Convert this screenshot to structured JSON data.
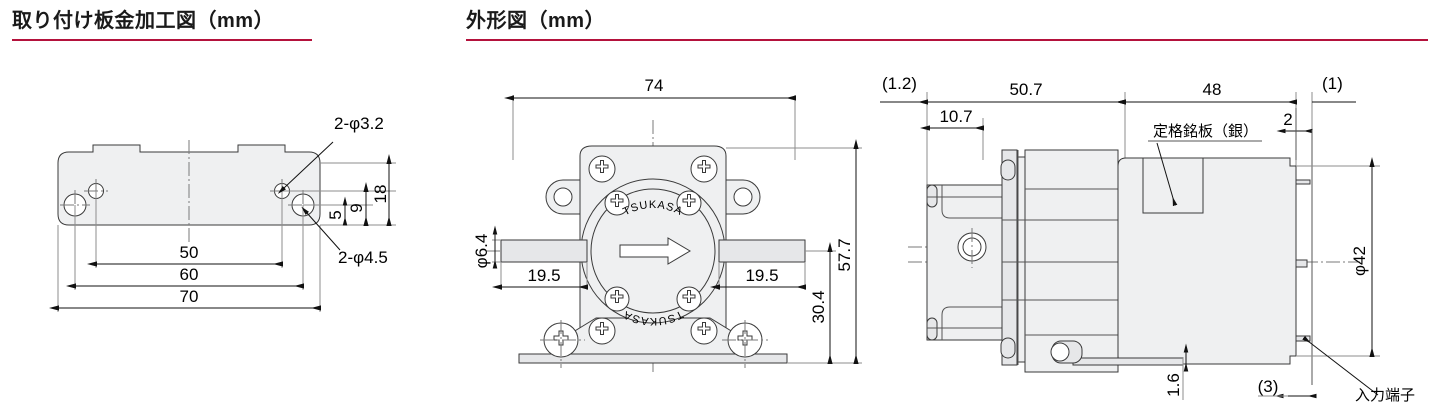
{
  "sections": {
    "left": {
      "title": "取り付け板金加工図（mm）",
      "accent": "#b4123c"
    },
    "right": {
      "title": "外形図（mm）",
      "accent": "#b4123c"
    }
  },
  "mounting_plate_drawing": {
    "dimensions": {
      "width_overall": "70",
      "width_mid": "60",
      "width_inner": "50",
      "height_overall": "18",
      "height_mid": "9",
      "height_small": "5"
    },
    "callouts": {
      "hole_small": "2-φ3.2",
      "hole_large": "2-φ4.5"
    }
  },
  "outline_drawing": {
    "front_view": {
      "width": "74",
      "height_overall": "57.7",
      "height_center": "30.4",
      "shaft_dia": "φ6.4",
      "shaft_len_left": "19.5",
      "shaft_len_right": "19.5",
      "brand": "TSUKASA",
      "brand_mirror": "TSUKASA"
    },
    "side_view": {
      "len_front": "(1.2)",
      "len_gearbox": "50.7",
      "len_shaft_boss": "10.7",
      "len_motor": "48",
      "len_rear": "(1)",
      "offset_terminal": "2",
      "lead_thickness": "1.6",
      "terminal_offset": "(3)",
      "body_dia": "φ42",
      "label_nameplate": "定格銘板（銀）",
      "label_terminal": "入力端子"
    }
  }
}
